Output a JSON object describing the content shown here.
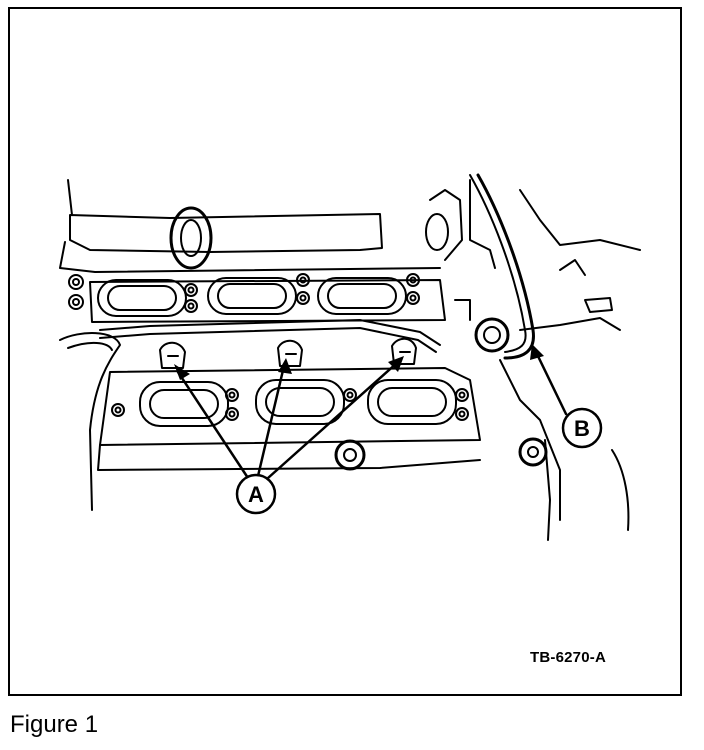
{
  "callouts": {
    "a": "A",
    "b": "B"
  },
  "reference_code": "TB-6270-A",
  "caption": "Figure 1",
  "colors": {
    "ink": "#000000",
    "paper": "#ffffff"
  }
}
